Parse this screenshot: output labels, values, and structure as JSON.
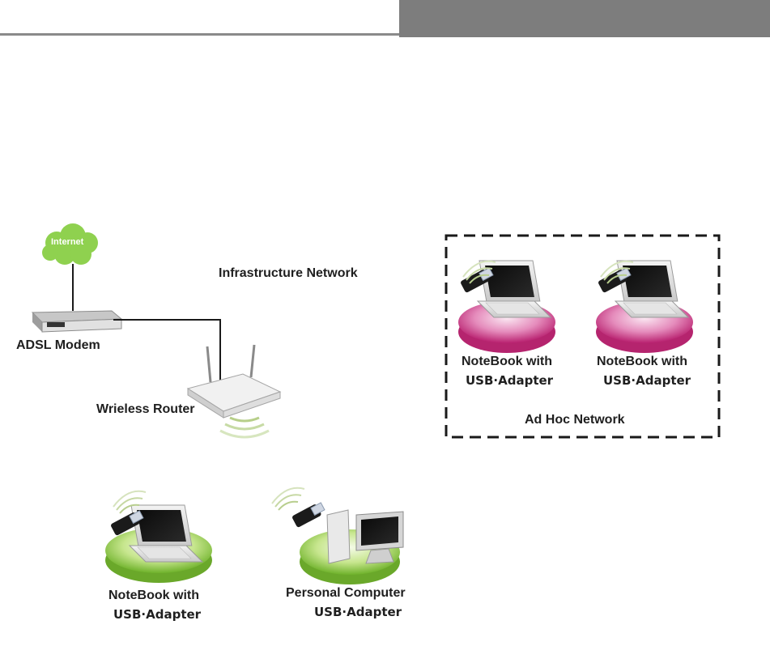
{
  "diagram": {
    "internet_label": "Internet",
    "adsl_modem_label": "ADSL Modem",
    "router_label": "Wrieless Router",
    "infrastructure_label": "Infrastructure Network",
    "adhoc_label": "Ad Hoc Network",
    "adhoc_notebook_1": {
      "line1": "NoteBook with",
      "line2": "USB·Adapter"
    },
    "adhoc_notebook_2": {
      "line1": "NoteBook with",
      "line2": "USB·Adapter"
    },
    "infra_notebook": {
      "line1": "NoteBook with",
      "line2": "USB·Adapter"
    },
    "infra_pc": {
      "line1": "Personal Computer",
      "line2": "USB·Adapter"
    }
  },
  "colors": {
    "header_bar": "#7d7d7d",
    "green_platform": "#8cc63f",
    "pink_platform": "#cf3f8f",
    "internet_cloud": "#8fd14f"
  },
  "icons": [
    "cloud-icon",
    "modem-icon",
    "router-icon",
    "laptop-icon",
    "usb-adapter-icon",
    "desktop-pc-icon",
    "wifi-signal-icon"
  ]
}
